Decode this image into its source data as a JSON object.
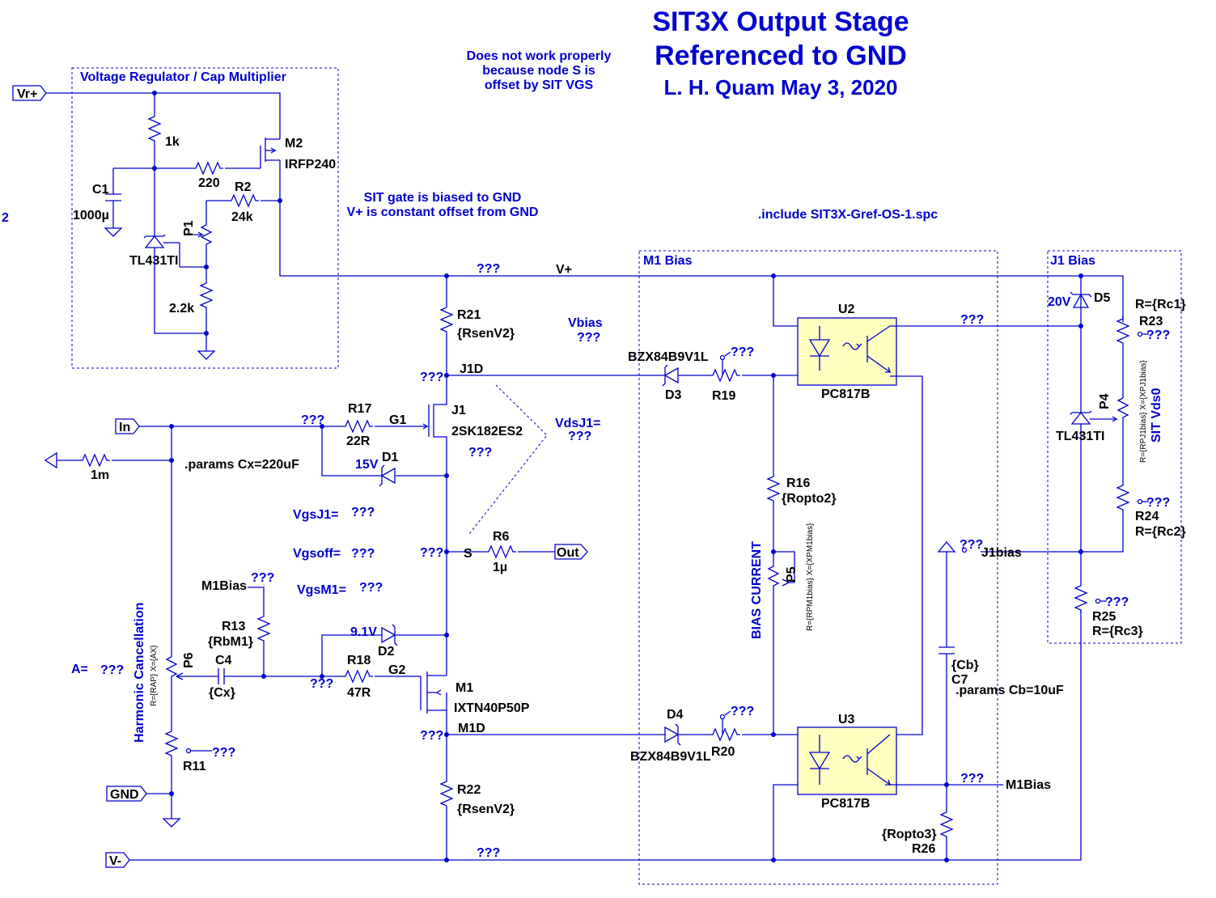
{
  "title": {
    "line1": "SIT3X Output Stage",
    "line2": "Referenced to GND",
    "line3": "L. H. Quam   May 3, 2020"
  },
  "notes": {
    "warning1": "Does not work properly",
    "warning2": "because node S is",
    "warning3": "offset by  SIT VGS",
    "gate1": "SIT gate is biased to GND",
    "gate2": "V+ is constant offset from GND",
    "include": ".include SIT3X-Gref-OS-1.spc",
    "params_cx": ".params Cx=220uF",
    "params_cb": ".params Cb=10uF",
    "stray": "2"
  },
  "blocks": {
    "regulator": "Voltage Regulator / Cap Multiplier",
    "m1bias": "M1 Bias",
    "j1bias": "J1 Bias"
  },
  "ports": {
    "vplus": "Vr+",
    "in": "In",
    "out": "Out",
    "gnd": "GND",
    "vminus": "V-"
  },
  "components": {
    "r_1k": "1k",
    "r_220": "220",
    "r2_name": "R2",
    "r2_val": "24k",
    "c1_name": "C1",
    "c1_val": "1000µ",
    "p1_name": "P1",
    "tl431_a": "TL431TI",
    "r_2k2": "2.2k",
    "m2_name": "M2",
    "m2_part": "IRFP240",
    "r21_name": "R21",
    "r21_val": "{RsenV2}",
    "j1d": "J1D",
    "r17_name": "R17",
    "r17_val": "22R",
    "g1": "G1",
    "j1_name": "J1",
    "j1_part": "2SK182ES2",
    "d1_val": "15V",
    "d1_name": "D1",
    "r_1m": "1m",
    "r6_name": "R6",
    "r6_val": "1µ",
    "s": "S",
    "m1bias_lbl": "M1Bias",
    "r13_name": "R13",
    "r13_val": "{RbM1}",
    "c4_name": "C4",
    "c4_val": "{Cx}",
    "p6_name": "P6",
    "p6_expr": "R={RAP} X={AX}",
    "d2_val": "9.1V",
    "d2_name": "D2",
    "r18_name": "R18",
    "r18_val": "47R",
    "g2": "G2",
    "m1_name": "M1",
    "m1_part": "IXTN40P50P",
    "m1d": "M1D",
    "r22_name": "R22",
    "r22_val": "{RsenV2}",
    "r11_name": "R11",
    "harmonic": "Harmonic Cancellation",
    "vplus_net": "V+",
    "vbias": "Vbias",
    "vdsj1": "VdsJ1=",
    "vgsj1": "VgsJ1=",
    "vgsoff": "Vgsoff=",
    "vgsm1": "VgsM1=",
    "a_eq": "A=",
    "d3_part": "BZX84B9V1L",
    "d3_name": "D3",
    "r19_name": "R19",
    "u2_name": "U2",
    "u2_part": "PC817B",
    "r16_name": "R16",
    "r16_val": "{Ropto2}",
    "bias_current": "BIAS CURRENT",
    "p5_name": "P5",
    "p5_expr": "R={RPM1bias} X={XPM1bias}",
    "d4_name": "D4",
    "d4_part": "BZX84B9V1L",
    "r20_name": "R20",
    "u3_name": "U3",
    "u3_part": "PC817B",
    "c7_val": "{Cb}",
    "c7_name": "C7",
    "j1bias_lbl": "J1bias",
    "r26_val": "{Ropto3}",
    "r26_name": "R26",
    "m1bias_out": "M1Bias",
    "d5_val": "20V",
    "d5_name": "D5",
    "r23_val": "R={Rc1}",
    "r23_name": "R23",
    "p4_name": "P4",
    "p4_expr": "R={RPJ1bias} X={XPJ1bias}",
    "sit_vds0": "SIT Vds0",
    "tl431_b": "TL431TI",
    "r24_name": "R24",
    "r24_val": "R={Rc2}",
    "r25_name": "R25",
    "r25_val": "R={Rc3}"
  },
  "unknown": "???"
}
